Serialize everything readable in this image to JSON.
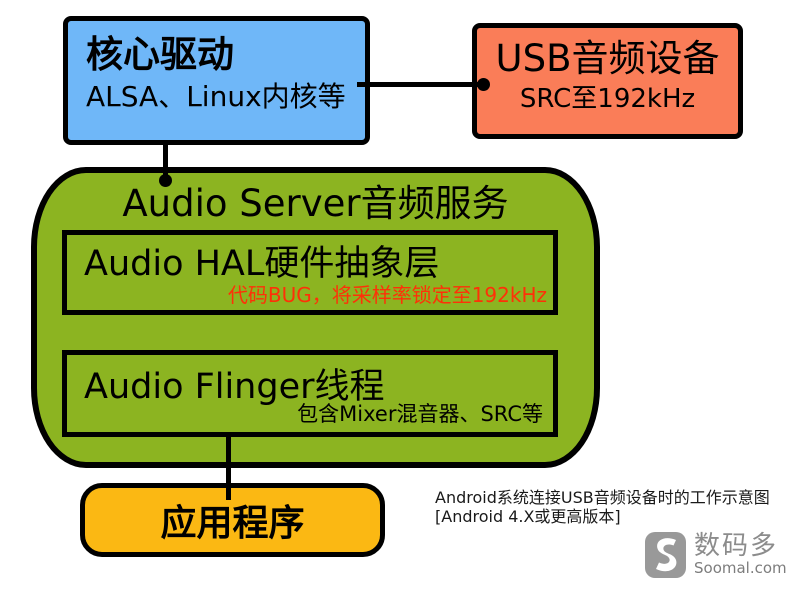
{
  "colors": {
    "background": "#ffffff",
    "stroke": "#000000",
    "core_driver_fill": "#6FB7F8",
    "usb_device_fill": "#FA7D58",
    "audio_server_fill": "#8CB421",
    "application_fill": "#FBB813",
    "bug_note_red": "#FF3008",
    "caption_text": "#1a1a1a",
    "logo_gray": "#999999"
  },
  "nodes": {
    "core_driver": {
      "title": "核心驱动",
      "subtitle": "ALSA、Linux内核等",
      "fill": "#6FB7F8"
    },
    "usb_device": {
      "title": "USB音频设备",
      "subtitle": "SRC至192kHz",
      "fill": "#FA7D58"
    },
    "audio_server": {
      "title": "Audio Server音频服务",
      "fill": "#8CB421"
    },
    "audio_hal": {
      "title": "Audio HAL硬件抽象层",
      "note": "代码BUG，将采样率锁定至192kHz",
      "note_color": "#FF3008"
    },
    "audio_flinger": {
      "title": "Audio Flinger线程",
      "note": "包含Mixer混音器、SRC等"
    },
    "application": {
      "title": "应用程序",
      "fill": "#FBB813"
    }
  },
  "connectors": [
    {
      "from": "core_driver",
      "to": "usb_device",
      "style": "line-with-dot"
    },
    {
      "from": "core_driver",
      "to": "audio_server",
      "style": "line-with-dot"
    },
    {
      "from": "audio_flinger",
      "to": "application",
      "style": "line"
    }
  ],
  "caption": {
    "line1": "Android系统连接USB音频设备时的工作示意图",
    "line2": "[Android 4.X或更高版本]"
  },
  "logo": {
    "icon": "soomal-s-icon",
    "name": "数码多",
    "domain": "Soomal.com"
  }
}
